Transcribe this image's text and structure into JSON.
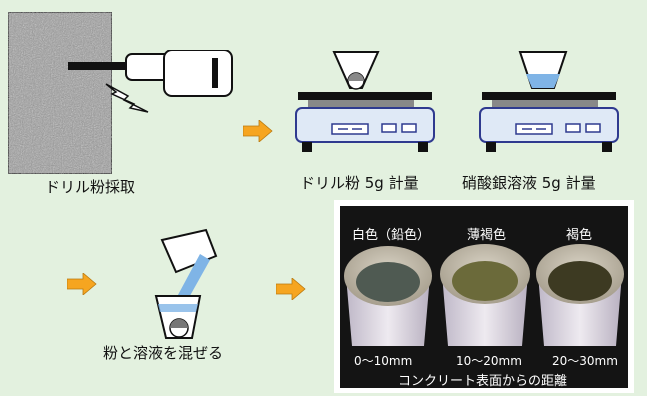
{
  "steps": {
    "step1": "ドリル粉採取",
    "step2": "ドリル粉 5g 計量",
    "step3": "硝酸銀溶液 5g 計量",
    "step4": "粉と溶液を混ぜる"
  },
  "photo": {
    "cups": [
      {
        "color_label": "白色（鉛色）",
        "range": "0～10mm"
      },
      {
        "color_label": "薄褐色",
        "range": "10～20mm"
      },
      {
        "color_label": "褐色",
        "range": "20～30mm"
      }
    ],
    "caption": "コンクリート表面からの距離"
  },
  "colors": {
    "background": "#e3f1df",
    "arrow": "#f6a520",
    "scale_body": "#dfe9f6",
    "scale_outline": "#2f3a8f",
    "solution": "#7fb4e6"
  },
  "icons": [
    "concrete-block-icon",
    "drill-icon",
    "spark-icon",
    "arrow-right-icon",
    "scale-icon",
    "funnel-icon",
    "beaker-icon",
    "photo-cups"
  ]
}
